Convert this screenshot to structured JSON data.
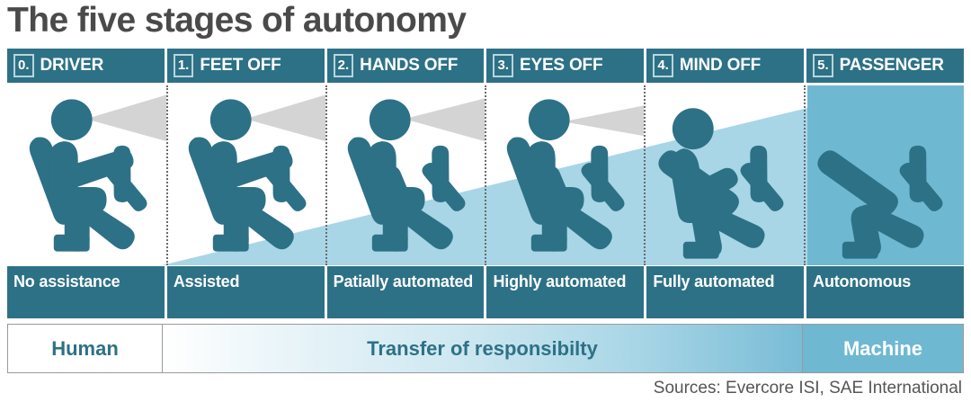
{
  "title": "The five stages of autonomy",
  "stages": [
    {
      "num": "0.",
      "name": "DRIVER",
      "description": "No assistance",
      "figure": "driver-hands-on-wheel-gaze-long",
      "has_person": true,
      "hands_on_wheel": true,
      "reclined": false,
      "gaze_cone": "long"
    },
    {
      "num": "1.",
      "name": "FEET OFF",
      "description": "Assisted",
      "figure": "driver-hands-on-wheel-gaze-long",
      "has_person": true,
      "hands_on_wheel": true,
      "reclined": false,
      "gaze_cone": "long"
    },
    {
      "num": "2.",
      "name": "HANDS OFF",
      "description": "Patially automated",
      "figure": "driver-hands-off-gaze-long",
      "has_person": true,
      "hands_on_wheel": false,
      "reclined": false,
      "gaze_cone": "long"
    },
    {
      "num": "3.",
      "name": "EYES OFF",
      "description": "Highly automated",
      "figure": "driver-hands-off-gaze-short",
      "has_person": true,
      "hands_on_wheel": false,
      "reclined": false,
      "gaze_cone": "short"
    },
    {
      "num": "4.",
      "name": "MIND OFF",
      "description": "Fully automated",
      "figure": "passenger-reclined-no-gaze",
      "has_person": true,
      "hands_on_wheel": false,
      "reclined": true,
      "gaze_cone": "none"
    },
    {
      "num": "5.",
      "name": "PASSENGER",
      "description": "Autonomous",
      "figure": "empty-seat",
      "has_person": false,
      "hands_on_wheel": false,
      "reclined": false,
      "gaze_cone": "none"
    }
  ],
  "responsibility": {
    "human_label": "Human",
    "middle_label": "Transfer of responsibilty",
    "machine_label": "Machine"
  },
  "sources": "Sources: Evercore ISI, SAE International",
  "colors": {
    "teal_dark": "#2d7186",
    "figure_fill": "#2d7186",
    "band_light_blue": "#a8d6e6",
    "band_solid_blue": "#6fb8d1",
    "gaze_gray": "#d4d4d4",
    "title_gray": "#4a4a4a",
    "background": "#ffffff"
  }
}
